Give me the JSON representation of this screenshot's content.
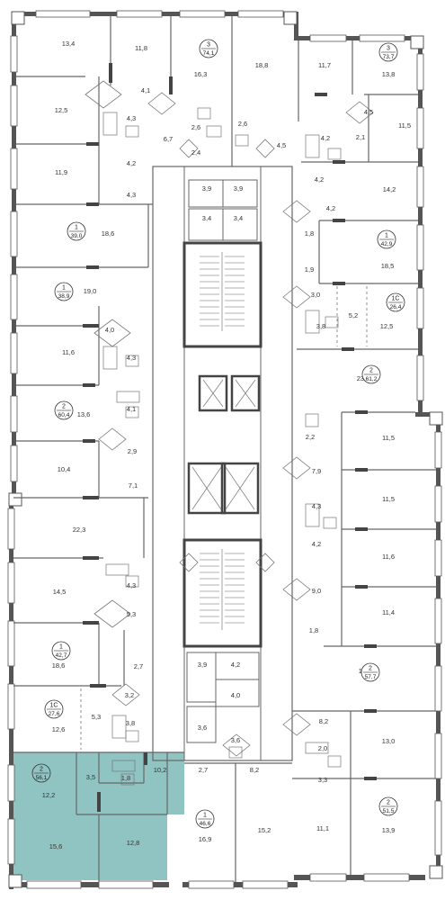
{
  "plan": {
    "highlight_color": "#8fc4c2",
    "wall_color": "#555555",
    "circle_fill": "#ffffff",
    "apartments": [
      {
        "rooms": "3",
        "area": "74,1"
      },
      {
        "rooms": "3",
        "area": "73,7"
      },
      {
        "rooms": "1",
        "area": "39,0"
      },
      {
        "rooms": "1",
        "area": "42,9"
      },
      {
        "rooms": "1",
        "area": "38,9"
      },
      {
        "rooms": "1С",
        "area": "26,4"
      },
      {
        "rooms": "2",
        "area": "61,2"
      },
      {
        "rooms": "2",
        "area": "60,4"
      },
      {
        "rooms": "1",
        "area": "42,7"
      },
      {
        "rooms": "2",
        "area": "57,7"
      },
      {
        "rooms": "1С",
        "area": "27,6"
      },
      {
        "rooms": "2",
        "area": "56,1"
      },
      {
        "rooms": "1",
        "area": "46,6"
      },
      {
        "rooms": "2",
        "area": "51,5"
      }
    ],
    "room_labels": [
      "13,4",
      "11,8",
      "16,3",
      "18,8",
      "11,7",
      "13,8",
      "12,5",
      "4,1",
      "4,3",
      "4,2",
      "6,7",
      "2,6",
      "2,4",
      "2,6",
      "4,5",
      "4,5",
      "4,2",
      "2,1",
      "11,5",
      "11,9",
      "4,3",
      "4,2",
      "14,2",
      "3,9",
      "3,9",
      "3,4",
      "3,4",
      "4,2",
      "18,6",
      "1,8",
      "18,5",
      "1,9",
      "19,0",
      "3,0",
      "5,2",
      "12,5",
      "3,8",
      "4,0",
      "11,6",
      "4,3",
      "23,8",
      "4,1",
      "13,6",
      "2,2",
      "11,5",
      "10,4",
      "2,9",
      "7,9",
      "7,1",
      "11,5",
      "4,3",
      "4,2",
      "22,3",
      "11,6",
      "14,5",
      "4,3",
      "9,0",
      "11,4",
      "5,3",
      "1,8",
      "18,6",
      "2,7",
      "3,9",
      "4,2",
      "4,0",
      "19,7",
      "3,2",
      "5,3",
      "3,8",
      "12,6",
      "3,6",
      "3,6",
      "8,2",
      "2,0",
      "3,3",
      "13,0",
      "10,2",
      "3,5",
      "1,8",
      "12,2",
      "2,7",
      "8,2",
      "15,6",
      "12,8",
      "16,9",
      "15,2",
      "11,1",
      "13,9"
    ]
  }
}
